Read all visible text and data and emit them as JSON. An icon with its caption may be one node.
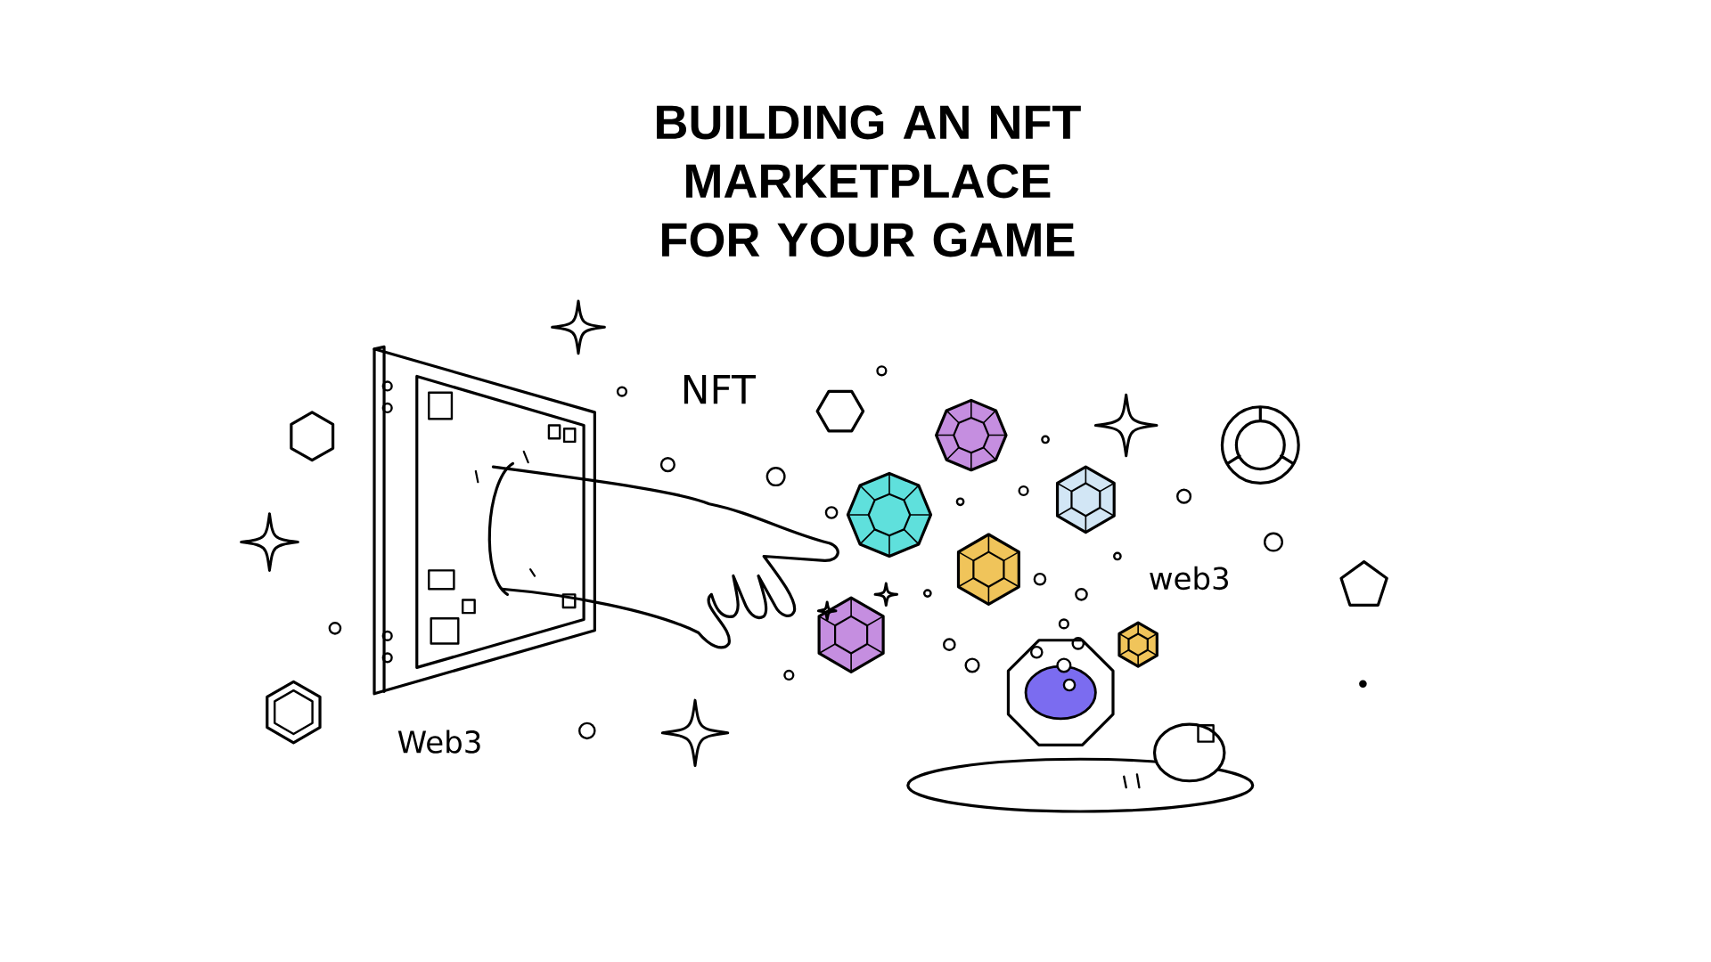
{
  "diagram": {
    "title": "BUILDING AN NFT MARKETPLACE FOR YOUR GAME",
    "labels": [
      "NFT",
      "web3",
      "Web3"
    ]
  }
}
